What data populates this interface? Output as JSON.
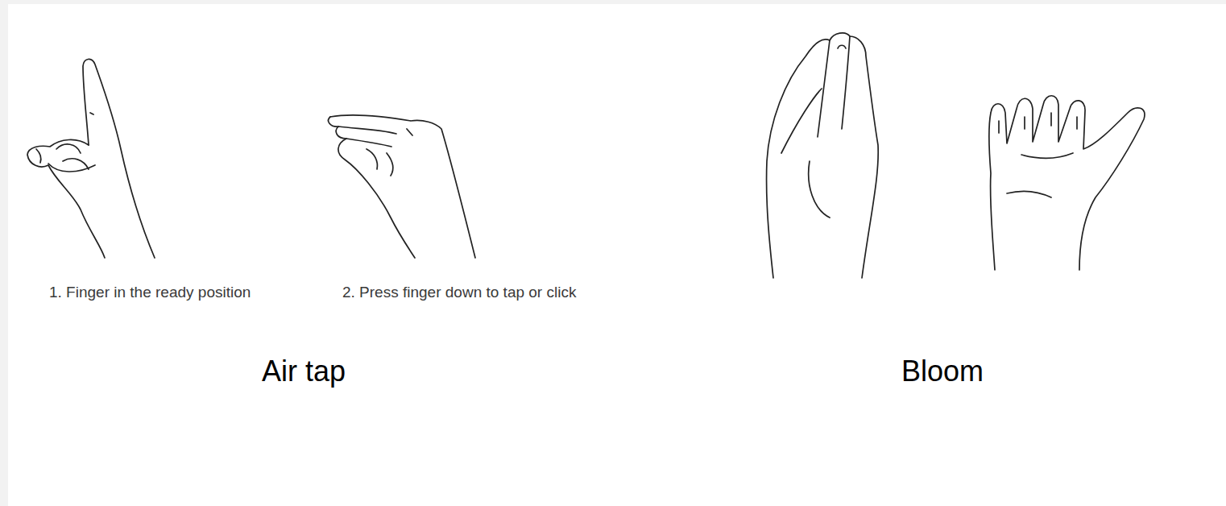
{
  "diagram": {
    "labels": [
      "1. Finger in the ready position",
      "2. Press finger down to tap or click",
      "Air tap",
      "Bloom"
    ]
  }
}
